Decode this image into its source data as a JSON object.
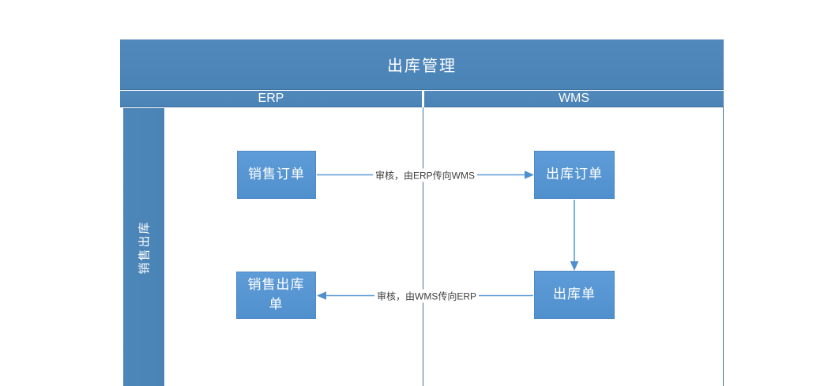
{
  "diagram": {
    "title": "出库管理",
    "columns": [
      {
        "label": "ERP"
      },
      {
        "label": "WMS"
      }
    ],
    "lane": {
      "label": "销售出库"
    },
    "nodes": [
      {
        "id": "sales-order",
        "label": "销售订单",
        "column": "ERP"
      },
      {
        "id": "outbound-order",
        "label": "出库订单",
        "column": "WMS"
      },
      {
        "id": "outbound-doc",
        "label": "出库单",
        "column": "WMS"
      },
      {
        "id": "sales-outbound-doc",
        "label": "销售出库单",
        "column": "ERP"
      }
    ],
    "edges": [
      {
        "from": "sales-order",
        "to": "outbound-order",
        "direction": "right",
        "label": "审核，由ERP传向WMS"
      },
      {
        "from": "outbound-order",
        "to": "outbound-doc",
        "direction": "down",
        "label": ""
      },
      {
        "from": "outbound-doc",
        "to": "sales-outbound-doc",
        "direction": "left",
        "label": "审核，由WMS传向ERP"
      }
    ],
    "colors": {
      "header_blue": "#4d86b9",
      "node_blue": "#5594d4",
      "arrow_blue": "#5b9bd5",
      "divider_blue": "#41719c",
      "label_text": "#3f3f3f",
      "text_on_blue": "#ffffff"
    }
  }
}
